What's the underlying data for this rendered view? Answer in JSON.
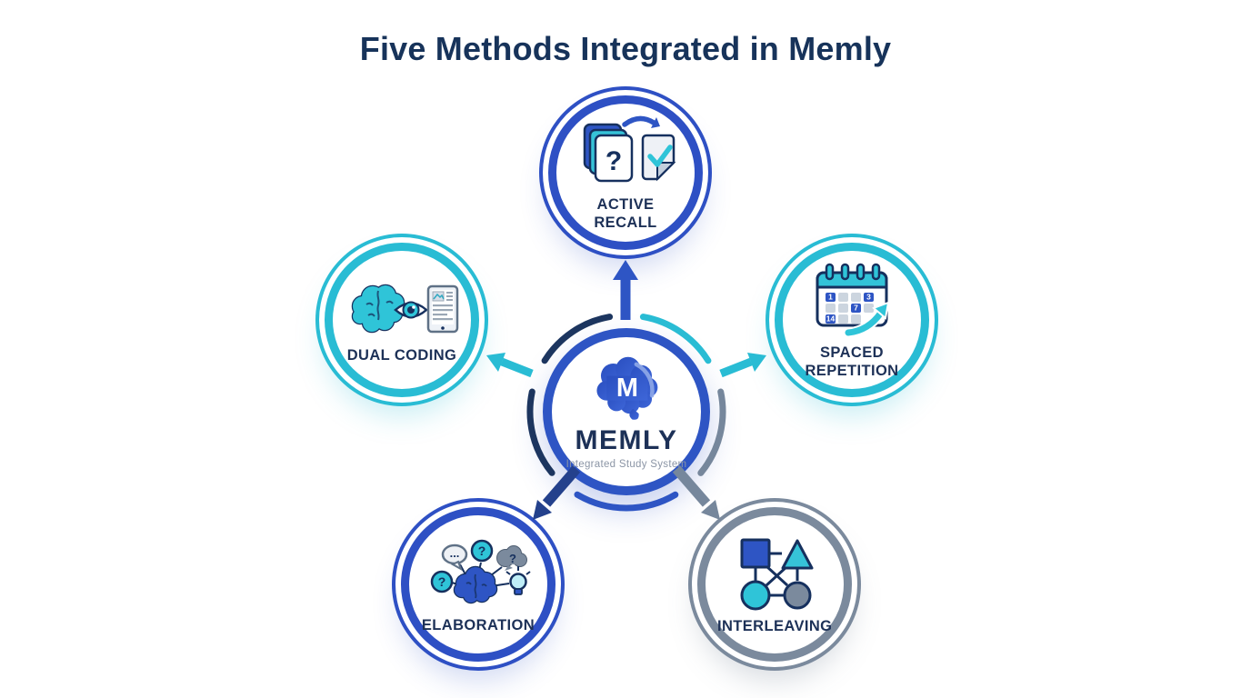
{
  "title": "Five Methods Integrated in Memly",
  "center": {
    "name": "MEMLY",
    "tagline": "Integrated Study System",
    "logo_letter": "M"
  },
  "methods": [
    {
      "id": "active-recall",
      "label": "ACTIVE RECALL",
      "ring_color": "#2e50c4",
      "icon": "flashcards-to-check-icon",
      "card_text": "?"
    },
    {
      "id": "dual-coding",
      "label": "DUAL CODING",
      "ring_color": "#29bcd4",
      "icon": "brain-eye-tablet-icon"
    },
    {
      "id": "spaced-repetition",
      "label": "SPACED REPETITION",
      "ring_color": "#29bcd4",
      "icon": "calendar-growth-arrow-icon",
      "calendar_days": [
        "1",
        "3",
        "7",
        "14"
      ]
    },
    {
      "id": "elaboration",
      "label": "ELABORATION",
      "ring_color": "#2e50c4",
      "icon": "brain-ideas-icon",
      "bubbles": {
        "dots": "...",
        "q_top": "?",
        "q_right": "?",
        "q_left": "?"
      }
    },
    {
      "id": "interleaving",
      "label": "INTERLEAVING",
      "ring_color": "#7b8a9d",
      "icon": "mixed-shapes-network-icon"
    }
  ],
  "palette": {
    "title_navy": "#17335a",
    "label_navy": "#1d3157",
    "outline_navy": "#16305e",
    "royal_blue": "#2e55c4",
    "teal": "#29bcd4",
    "slate_gray": "#7b8a9d",
    "tagline_gray": "#8b95a5",
    "background": "#ffffff"
  }
}
